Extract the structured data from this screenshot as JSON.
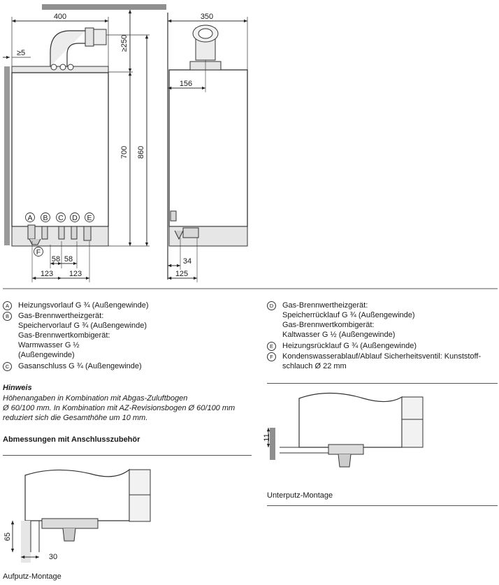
{
  "front_view": {
    "dims": {
      "width": "400",
      "min_clear_top": "≥250",
      "min_clear_side": "≥5",
      "height_casing": "700",
      "height_total": "860",
      "spacing_1": "58",
      "spacing_2": "58",
      "offset_1": "123",
      "offset_2": "123"
    },
    "connectors": [
      "A",
      "B",
      "C",
      "D",
      "E",
      "F"
    ]
  },
  "side_view": {
    "dims": {
      "depth": "350",
      "flue_offset": "156",
      "conn_offset_1": "34",
      "conn_offset_2": "125"
    }
  },
  "legend_left": [
    {
      "key": "A",
      "text": "Heizungsvorlauf G ¾ (Außengewinde)"
    },
    {
      "key": "B",
      "text": "Gas-Brennwertheizgerät:\nSpeichervorlauf G ¾ (Außengewinde)\nGas-Brennwertkombigerät:\nWarmwasser G ½\n(Außengewinde)"
    },
    {
      "key": "C",
      "text": "Gasanschluss G ¾ (Außengewinde)"
    }
  ],
  "legend_right": [
    {
      "key": "D",
      "text": "Gas-Brennwertheizgerät:\nSpeicherrücklauf G ¾ (Außengewinde)\nGas-Brennwertkombigerät:\nKaltwasser G ½ (Außengewinde)"
    },
    {
      "key": "E",
      "text": "Heizungsrücklauf G ¾ (Außengewinde)"
    },
    {
      "key": "F",
      "text": "Kondenswasserablauf/Ablauf Sicherheitsventil: Kunststoff-\nschlauch Ø 22 mm"
    }
  ],
  "hinweis": {
    "title": "Hinweis",
    "body": "Höhenangaben in Kombination mit Abgas-Zuluftbogen\nØ 60/100 mm. In Kombination mit AZ-Revisionsbogen Ø 60/100 mm\nreduziert sich die Gesamthöhe um 10 mm."
  },
  "section_title": "Abmessungen mit Anschlusszubehör",
  "aufputz": {
    "caption": "Aufputz-Montage",
    "dim_height": "65",
    "dim_offset": "30"
  },
  "unterputz": {
    "caption": "Unterputz-Montage",
    "dim_height": "11"
  }
}
